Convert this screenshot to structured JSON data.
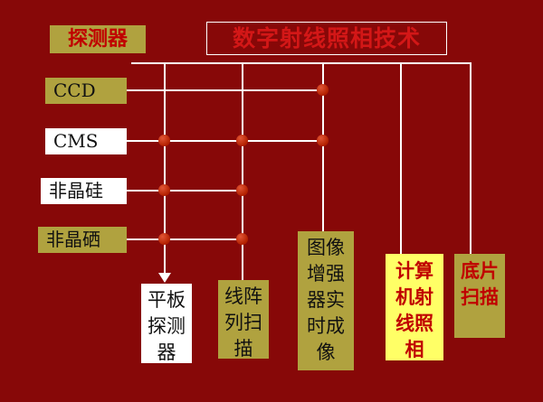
{
  "slide": {
    "title": "数字射线照相技术",
    "detector_header": "探测器"
  },
  "detectors": [
    {
      "label": "CCD"
    },
    {
      "label": "CMS"
    },
    {
      "label": "非晶硅"
    },
    {
      "label": "非晶硒"
    }
  ],
  "technologies": [
    {
      "label": "平板探测器"
    },
    {
      "label": "线阵列扫描"
    },
    {
      "label": "图像增强器实时成像"
    },
    {
      "label": "计算机射线照相"
    },
    {
      "label": "底片扫描"
    }
  ],
  "connections": [
    {
      "from": "CCD",
      "to": [
        "图像增强器实时成像"
      ]
    },
    {
      "from": "CMS",
      "to": [
        "平板探测器",
        "线阵列扫描",
        "图像增强器实时成像"
      ]
    },
    {
      "from": "非晶硅",
      "to": [
        "平板探测器",
        "线阵列扫描"
      ]
    },
    {
      "from": "非晶硒",
      "to": [
        "平板探测器",
        "线阵列扫描"
      ]
    },
    {
      "from": "数字射线照相技术",
      "to": [
        "平板探测器",
        "线阵列扫描",
        "图像增强器实时成像",
        "计算机射线照相",
        "底片扫描"
      ]
    }
  ],
  "colors": {
    "background": "#870808",
    "olive_box": "#B0A23F",
    "yellow_box": "#FFFF66",
    "title_red": "#D31717",
    "label_red": "#C00000",
    "line_white": "#FFFFFF",
    "dot_red": "#B22000"
  }
}
